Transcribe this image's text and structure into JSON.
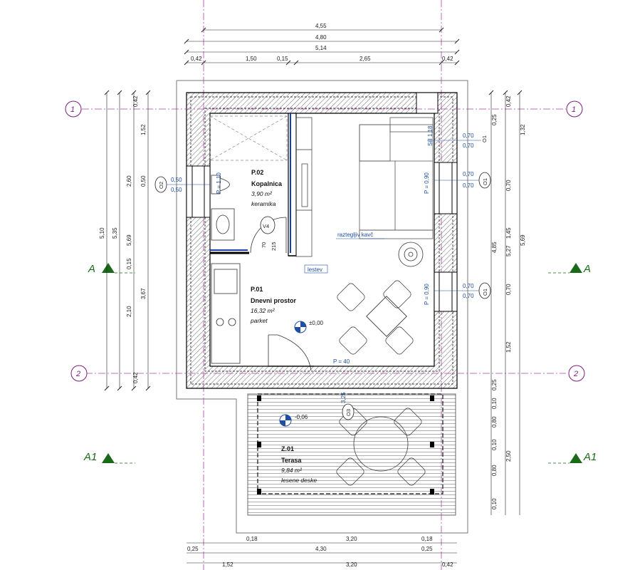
{
  "grid_axes": {
    "axis_1": "1",
    "axis_2": "2"
  },
  "sections": {
    "a": "A",
    "a1": "A1"
  },
  "top_dims": {
    "row1": [
      "4,55"
    ],
    "row2": [
      "4,80"
    ],
    "row3": [
      "5,14"
    ],
    "row4": [
      "0,42",
      "1,50",
      "0,15",
      "2,65",
      "0,42"
    ]
  },
  "bottom_dims": {
    "row1": [
      "0,18",
      "3,20",
      "0,18"
    ],
    "row2": [
      "0,25",
      "4,30",
      "0,25"
    ],
    "row3": [
      "1,52",
      "3,20",
      "0,42"
    ]
  },
  "left_dims": {
    "outer": [
      "5,10",
      "5,35",
      "5,69"
    ],
    "parts": [
      "0,42",
      "1,52",
      "2,60",
      "0,50",
      "0,15",
      "3,67",
      "2,10",
      "0,42"
    ]
  },
  "right_dims": {
    "outer": [
      "4,85",
      "5,27",
      "5,69"
    ],
    "parts": [
      "0,42",
      "0,25",
      "1,32",
      "0,70",
      "1,45",
      "0,70",
      "1,52",
      "0,25",
      "0,10",
      "0,80",
      "0,10",
      "2,50",
      "0,80",
      "0,10"
    ]
  },
  "openings": {
    "o2_label": "O2",
    "o2_dims": [
      "0,50",
      "0,50"
    ],
    "o2_sill": "P = 1,10",
    "o1_label": "O1",
    "o1_a_dims": [
      "0,70",
      "0,70"
    ],
    "o1_a_sill": "P = 0,90",
    "o1_b_dims": [
      "0,70",
      "0,70"
    ],
    "o1_b_sill": "P = 0,90",
    "o1_c_dims": [
      "0,70",
      "0,70"
    ],
    "o1_top_sill": "Sill 1,18",
    "o3_label": "O3",
    "o3_sill": "P = 40",
    "o3_num": "3,25",
    "v4_label": "V4",
    "v4_dims": [
      "70",
      "215"
    ]
  },
  "rooms": [
    {
      "code": "P.02",
      "name": "Kopalnica",
      "area": "3,90 m²",
      "floor": "keramika"
    },
    {
      "code": "P.01",
      "name": "Dnevni prostor",
      "area": "16,32 m²",
      "floor": "parket"
    },
    {
      "code": "Z.01",
      "name": "Terasa",
      "area": "9,84 m²",
      "floor": "lesene deske"
    }
  ],
  "annotations": {
    "sofa": "raztegljiv kavč",
    "ladder": "lestev",
    "level_inside": "±0,00",
    "level_terrace": "-0,06"
  }
}
